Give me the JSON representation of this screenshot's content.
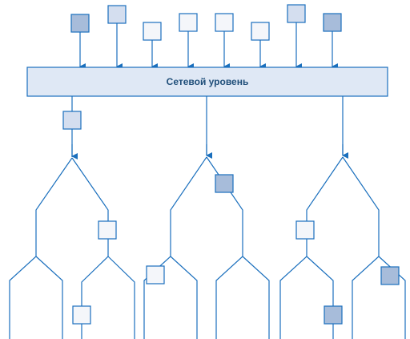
{
  "network_layer": {
    "label": "Сетевой уровень"
  },
  "colors": {
    "line": "#1a6fbd",
    "bar_fill": "#dfe8f5",
    "bar_stroke": "#1a6fbd",
    "packet_light": "#f4f6fa",
    "packet_medium": "#d4deef",
    "packet_dark": "#a7bcda"
  },
  "incoming_packets": [
    {
      "shade": "dark"
    },
    {
      "shade": "medium"
    },
    {
      "shade": "light"
    },
    {
      "shade": "light"
    },
    {
      "shade": "light"
    },
    {
      "shade": "light"
    },
    {
      "shade": "medium"
    },
    {
      "shade": "dark"
    }
  ],
  "trees": [
    {
      "name": "left",
      "packets": [
        {
          "shade": "medium"
        },
        {
          "shade": "light"
        },
        {
          "shade": "light"
        }
      ]
    },
    {
      "name": "middle",
      "packets": [
        {
          "shade": "dark"
        },
        {
          "shade": "light"
        }
      ]
    },
    {
      "name": "right",
      "packets": [
        {
          "shade": "light"
        },
        {
          "shade": "dark"
        },
        {
          "shade": "dark"
        }
      ]
    }
  ]
}
